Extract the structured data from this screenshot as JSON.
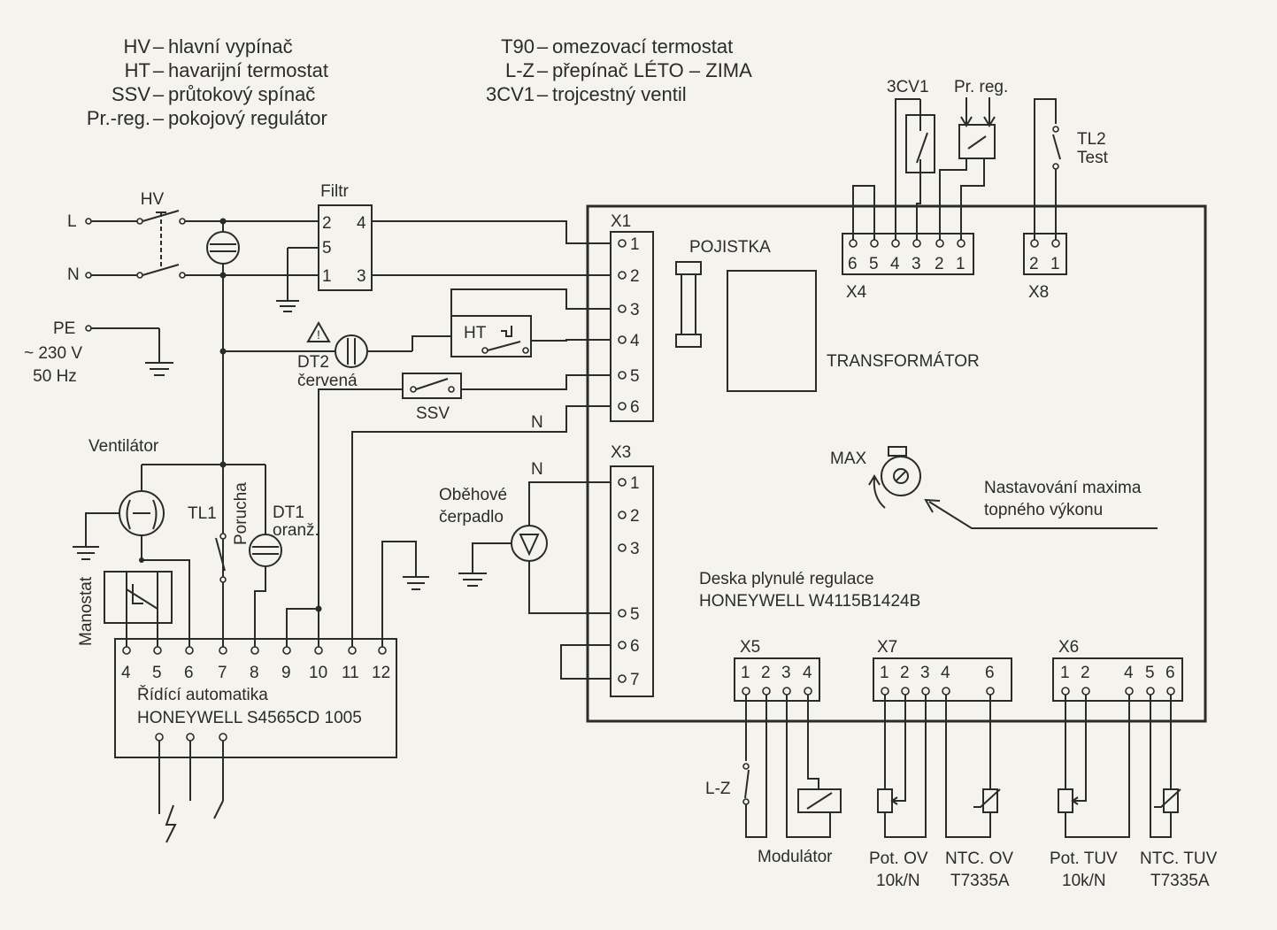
{
  "legend": {
    "left": [
      {
        "abbr": "HV",
        "text": "hlavní vypínač"
      },
      {
        "abbr": "HT",
        "text": "havarijní termostat"
      },
      {
        "abbr": "SSV",
        "text": "průtokový spínač"
      },
      {
        "abbr": "Pr.-reg.",
        "text": "pokojový regulátor"
      }
    ],
    "right": [
      {
        "abbr": "T90",
        "text": "omezovací termostat"
      },
      {
        "abbr": "L-Z",
        "text": "přepínač LÉTO – ZIMA"
      },
      {
        "abbr": "3CV1",
        "text": "trojcestný ventil"
      }
    ],
    "dash": "–"
  },
  "supply": {
    "L": "L",
    "N": "N",
    "PE": "PE",
    "voltage": "~ 230 V",
    "frequency": "50 Hz",
    "switch": "HV",
    "filter": "Filtr",
    "filter_pins": [
      "2",
      "4",
      "5",
      "1",
      "3"
    ]
  },
  "components": {
    "dt2": "DT2",
    "dt2_color": "červená",
    "ht": "HT",
    "ssv": "SSV",
    "n1": "N",
    "n2": "N",
    "ventilator": "Ventilátor",
    "tl1": "TL1",
    "porucha": "Porucha",
    "dt1": "DT1",
    "dt1_color": "oranž.",
    "manostat": "Manostat",
    "pump1": "Oběhové",
    "pump2": "čerpadlo",
    "cv": "3CV1",
    "prreg": "Pr. reg.",
    "tl2": "TL2",
    "test": "Test",
    "fuse": "POJISTKA",
    "transformer": "TRANSFORMÁTOR",
    "max": "MAX",
    "setting1": "Nastavování maxima",
    "setting2": "topného výkonu",
    "board1": "Deska plynulé regulace",
    "board2": "HONEYWELL W4115B1424B",
    "auto1": "Řídící automatika",
    "auto2": "HONEYWELL S4565CD 1005",
    "lz": "L-Z",
    "modulator": "Modulátor",
    "pot_ov": "Pot. OV",
    "pot_ov_val": "10k/N",
    "ntc_ov": "NTC. OV",
    "ntc_ov_val": "T7335A",
    "pot_tuv": "Pot. TUV",
    "pot_tuv_val": "10k/N",
    "ntc_tuv": "NTC. TUV",
    "ntc_tuv_val": "T7335A"
  },
  "connectors": {
    "X1": {
      "label": "X1",
      "pins": [
        "1",
        "2",
        "3",
        "4",
        "5",
        "6"
      ]
    },
    "X3": {
      "label": "X3",
      "pins": [
        "1",
        "2",
        "3",
        "5",
        "6",
        "7"
      ]
    },
    "X4": {
      "label": "X4",
      "pins": [
        "6",
        "5",
        "4",
        "3",
        "2",
        "1"
      ]
    },
    "X8": {
      "label": "X8",
      "pins": [
        "2",
        "1"
      ]
    },
    "X5": {
      "label": "X5",
      "pins": [
        "1",
        "2",
        "3",
        "4"
      ]
    },
    "X7": {
      "label": "X7",
      "pins": [
        "1",
        "2",
        "3",
        "4",
        "6"
      ]
    },
    "X6": {
      "label": "X6",
      "pins": [
        "1",
        "2",
        "4",
        "5",
        "6"
      ]
    },
    "automat": {
      "pins": [
        "4",
        "5",
        "6",
        "7",
        "8",
        "9",
        "10",
        "11",
        "12"
      ]
    }
  }
}
